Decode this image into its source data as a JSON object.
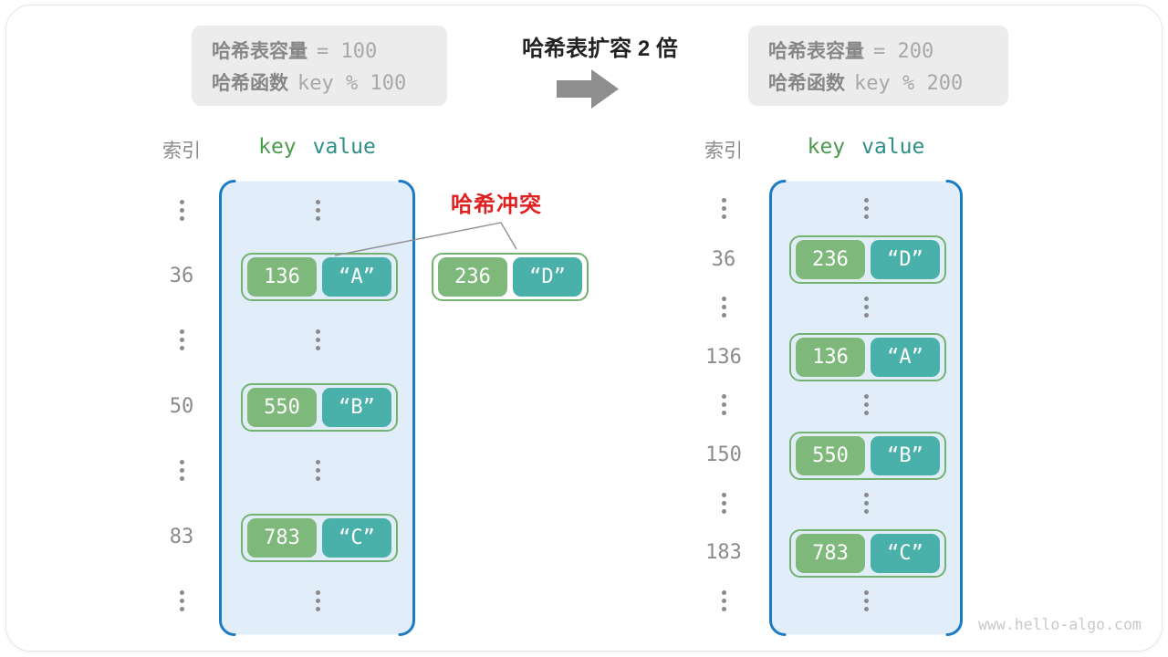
{
  "title": "哈希表扩容 2 倍",
  "watermark": "www.hello-algo.com",
  "collision": {
    "label": "哈希冲突",
    "pair": {
      "key": "236",
      "value": "“D”"
    }
  },
  "before": {
    "info_lines": [
      {
        "label": "哈希表容量",
        "value": "= 100"
      },
      {
        "label": "哈希函数",
        "value": "key % 100"
      }
    ],
    "index_header": "索引",
    "key_header": "key",
    "value_header": "value",
    "entries": [
      {
        "index": "36",
        "key": "136",
        "value": "“A”"
      },
      {
        "index": "50",
        "key": "550",
        "value": "“B”"
      },
      {
        "index": "83",
        "key": "783",
        "value": "“C”"
      }
    ]
  },
  "after": {
    "info_lines": [
      {
        "label": "哈希表容量",
        "value": "= 200"
      },
      {
        "label": "哈希函数",
        "value": "key % 200"
      }
    ],
    "index_header": "索引",
    "key_header": "key",
    "value_header": "value",
    "entries": [
      {
        "index": "36",
        "key": "236",
        "value": "“D”"
      },
      {
        "index": "136",
        "key": "136",
        "value": "“A”"
      },
      {
        "index": "150",
        "key": "550",
        "value": "“B”"
      },
      {
        "index": "183",
        "key": "783",
        "value": "“C”"
      }
    ]
  },
  "colors": {
    "table_fill": "#e1edf8",
    "table_border": "#1b7bc3",
    "key_fill": "#7eb87b",
    "value_fill": "#49b1a9",
    "pair_border": "#74b271",
    "key_header_text": "#4a9b4d",
    "value_header_text": "#2e8f86",
    "index_text": "#8a8a8a",
    "collision_red": "#e02121",
    "info_box_bg": "#ececec",
    "arrow_gray": "#8e8e8e"
  }
}
